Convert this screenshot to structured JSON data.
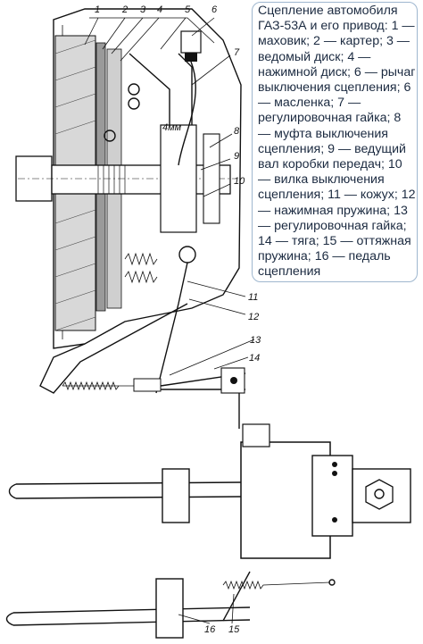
{
  "caption": {
    "text": "Сцепление автомобиля ГАЗ-53А и его привод: 1 — маховик; 2 — картер; 3 — ведомый диск; 4 — нажимной диск; 6 — рычаг выключения сцепления; 6 — масленка; 7 — регулировочная гайка; 8 — муфта выключения сцепления; 9 — ведущий вал коробки передач; 10 — вилка выключения сцепления; 11 — кожух; 12— нажимная пружина; 13 — регулировочная гайка; 14 — тяга; 15 — оттяжная пружина; 16 — педаль сцепления"
  },
  "callouts": {
    "c1": "1",
    "c2": "2",
    "c3": "3",
    "c4": "4",
    "c5": "5",
    "c6": "6",
    "c7": "7",
    "c8": "8",
    "c9": "9",
    "c10": "10",
    "c11": "11",
    "c12": "12",
    "c13": "13",
    "c14": "14",
    "c15": "15",
    "c16": "16"
  },
  "dimension_label": "4мм"
}
